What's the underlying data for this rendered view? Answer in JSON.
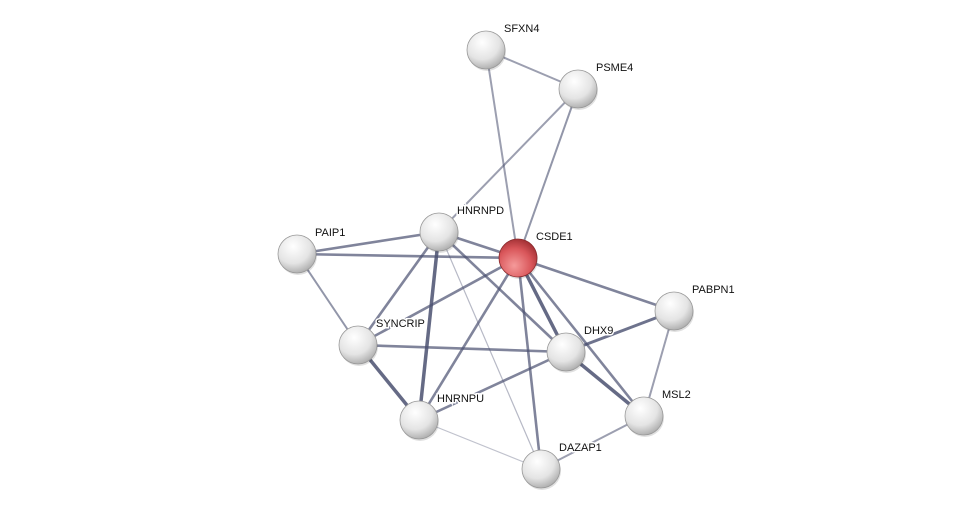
{
  "colors": {
    "query_node": "#d9565a",
    "node": "#e6e6e6",
    "edge": "#4a5070"
  },
  "nodes": [
    {
      "id": "SFXN4",
      "label": "SFXN4",
      "query": false
    },
    {
      "id": "PSME4",
      "label": "PSME4",
      "query": false
    },
    {
      "id": "HNRNPD",
      "label": "HNRNPD",
      "query": false
    },
    {
      "id": "PAIP1",
      "label": "PAIP1",
      "query": false
    },
    {
      "id": "CSDE1",
      "label": "CSDE1",
      "query": true
    },
    {
      "id": "PABPN1",
      "label": "PABPN1",
      "query": false
    },
    {
      "id": "SYNCRIP",
      "label": "SYNCRIP",
      "query": false
    },
    {
      "id": "DHX9",
      "label": "DHX9",
      "query": false
    },
    {
      "id": "HNRNPU",
      "label": "HNRNPU",
      "query": false
    },
    {
      "id": "MSL2",
      "label": "MSL2",
      "query": false
    },
    {
      "id": "DAZAP1",
      "label": "DAZAP1",
      "query": false
    }
  ],
  "edges": [
    [
      "SFXN4",
      "PSME4"
    ],
    [
      "SFXN4",
      "CSDE1"
    ],
    [
      "PSME4",
      "HNRNPD"
    ],
    [
      "PSME4",
      "CSDE1"
    ],
    [
      "PAIP1",
      "HNRNPD"
    ],
    [
      "PAIP1",
      "CSDE1"
    ],
    [
      "PAIP1",
      "SYNCRIP"
    ],
    [
      "HNRNPD",
      "CSDE1"
    ],
    [
      "HNRNPD",
      "SYNCRIP"
    ],
    [
      "HNRNPD",
      "HNRNPU"
    ],
    [
      "HNRNPD",
      "DHX9"
    ],
    [
      "HNRNPD",
      "DAZAP1"
    ],
    [
      "CSDE1",
      "SYNCRIP"
    ],
    [
      "CSDE1",
      "HNRNPU"
    ],
    [
      "CSDE1",
      "DHX9"
    ],
    [
      "CSDE1",
      "MSL2"
    ],
    [
      "CSDE1",
      "PABPN1"
    ],
    [
      "CSDE1",
      "DAZAP1"
    ],
    [
      "SYNCRIP",
      "DHX9"
    ],
    [
      "SYNCRIP",
      "HNRNPU"
    ],
    [
      "HNRNPU",
      "DHX9"
    ],
    [
      "HNRNPU",
      "DAZAP1"
    ],
    [
      "DHX9",
      "PABPN1"
    ],
    [
      "DHX9",
      "MSL2"
    ],
    [
      "PABPN1",
      "MSL2"
    ],
    [
      "MSL2",
      "DAZAP1"
    ]
  ]
}
